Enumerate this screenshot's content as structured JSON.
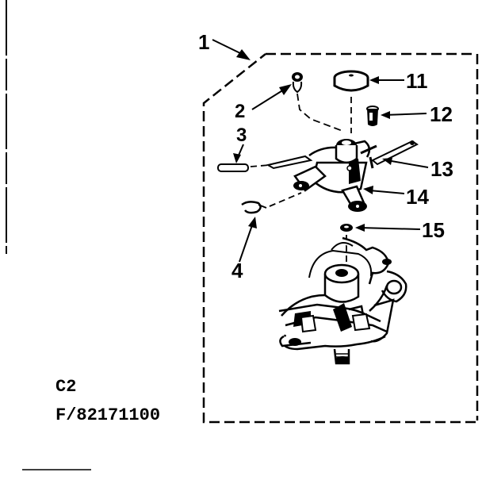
{
  "diagram": {
    "callouts": {
      "c1": "1",
      "c2": "2",
      "c3": "3",
      "c4": "4",
      "c11": "11",
      "c12": "12",
      "c13": "13",
      "c14": "14",
      "c15": "15"
    },
    "caption": {
      "line1": "C2",
      "line2": "F/82171100"
    }
  }
}
